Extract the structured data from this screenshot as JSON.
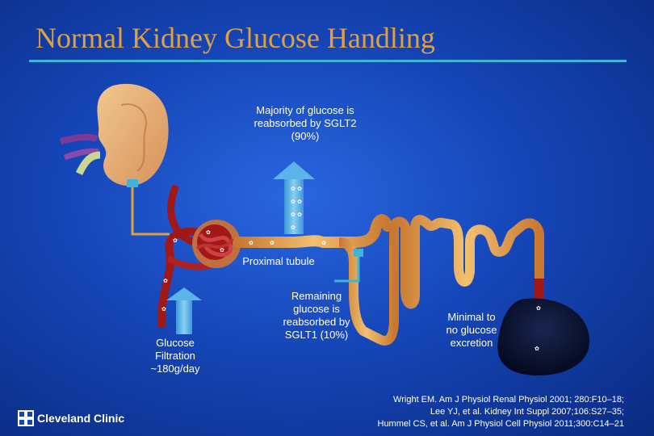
{
  "title": "Normal Kidney Glucose Handling",
  "labels": {
    "sglt2_line1": "Majority of glucose is",
    "sglt2_line2": "reabsorbed by SGLT2",
    "sglt2_line3": "(90%)",
    "proximal_tubule": "Proximal tubule",
    "sglt1_line1": "Remaining",
    "sglt1_line2": "glucose is",
    "sglt1_line3": "reabsorbed by",
    "sglt1_line4": "SGLT1 (10%)",
    "filtration_line1": "Glucose",
    "filtration_line2": "Filtration",
    "filtration_line3": "~180g/day",
    "excretion_line1": "Minimal to",
    "excretion_line2": "no glucose",
    "excretion_line3": "excretion"
  },
  "references": [
    "Wright EM. Am J Physiol Renal Physiol 2001; 280:F10–18;",
    "Lee YJ, et al. Kidney Int Suppl 2007;106:S27–35;",
    "Hummel CS, et al. Am J Physiol Cell Physiol 2011;300:C14–21"
  ],
  "logo_text": "Cleveland Clinic",
  "colors": {
    "title": "#e0a040",
    "rule": "#3fb4d8",
    "arrow": "#5ab4e8",
    "tubule": "#e0a050",
    "vessel": "#b02020"
  }
}
